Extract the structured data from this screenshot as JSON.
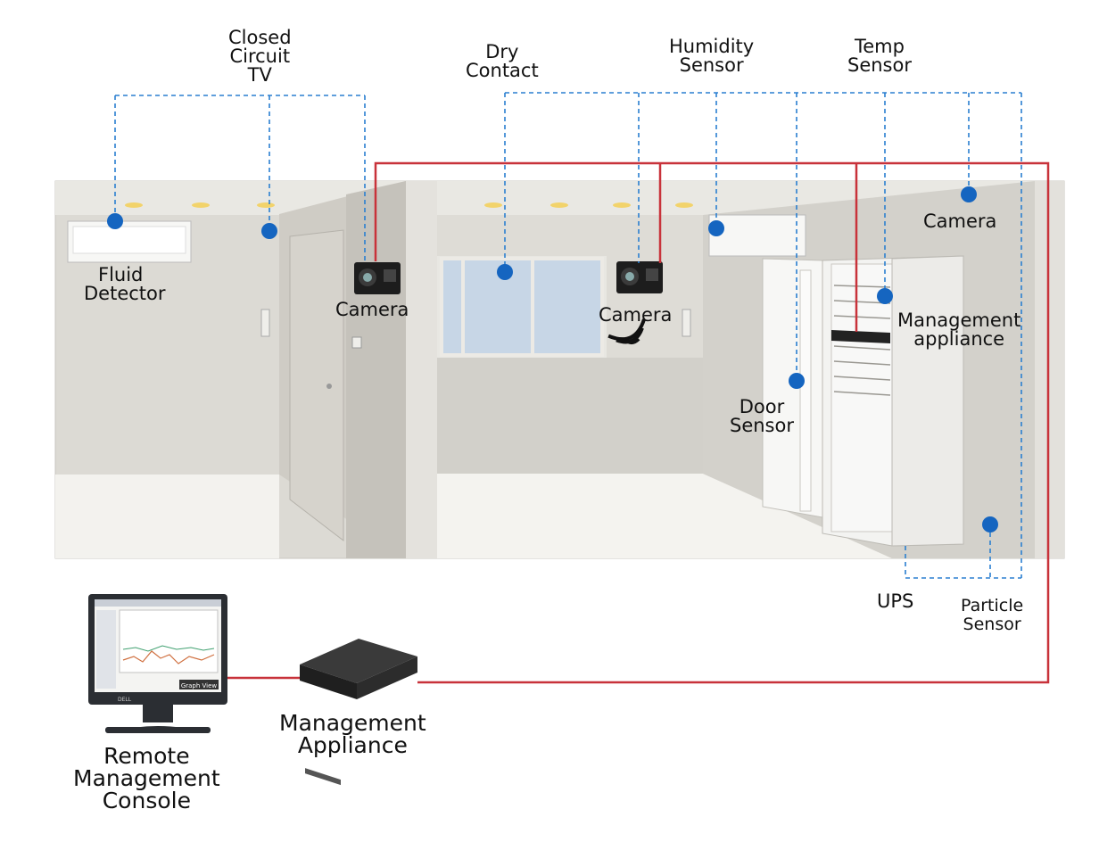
{
  "labels": {
    "cctv": [
      "Closed",
      "Circuit",
      "TV"
    ],
    "dry_contact": [
      "Dry",
      "Contact"
    ],
    "humidity": [
      "Humidity",
      "Sensor"
    ],
    "temp": [
      "Temp",
      "Sensor"
    ],
    "fluid": [
      "Fluid",
      "Detector"
    ],
    "camera_left": "Camera",
    "camera_mid": "Camera",
    "camera_right": "Camera",
    "mgmt_rack": [
      "Management",
      "appliance"
    ],
    "door": [
      "Door",
      "Sensor"
    ],
    "ups": "UPS",
    "particle": [
      "Particle",
      "Sensor"
    ],
    "console": [
      "Remote",
      "Management",
      "Console"
    ],
    "appliance": [
      "Management",
      "Appliance"
    ],
    "monitor_brand": "DELL",
    "monitor_screen_title": "Graph View"
  },
  "colors": {
    "sensor_dot": "#1565c0",
    "dashed_link": "#2a7fd0",
    "network_cable": "#c8323a",
    "wall": "#d9d7d1",
    "floor": "#f2f1ec"
  }
}
